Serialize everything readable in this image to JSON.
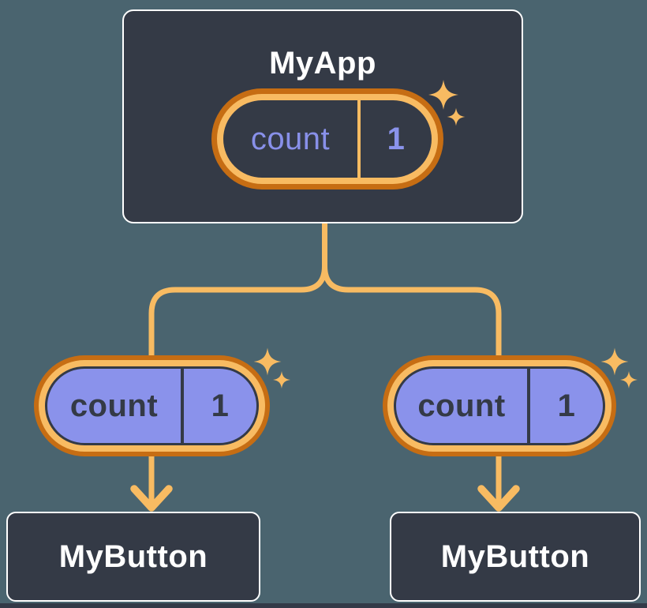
{
  "colors": {
    "background": "#4a646f",
    "card_bg": "#343a46",
    "card_border": "#ffffff",
    "title_text": "#ffffff",
    "connector": "#f8bb62",
    "sparkle": "#f8bb62",
    "pill_ring_outer": "#c66d13",
    "pill_ring_inner": "#f8bb62",
    "pill_dark_bg": "#343a46",
    "pill_purple_bg": "#8a92eb",
    "pill_purple_text": "#8890e9",
    "pill_dark_text": "#343a46"
  },
  "tree": {
    "root": {
      "name": "MyApp",
      "state": {
        "label": "count",
        "value": "1"
      }
    },
    "children": [
      {
        "name": "MyButton",
        "state": {
          "label": "count",
          "value": "1"
        }
      },
      {
        "name": "MyButton",
        "state": {
          "label": "count",
          "value": "1"
        }
      }
    ]
  }
}
